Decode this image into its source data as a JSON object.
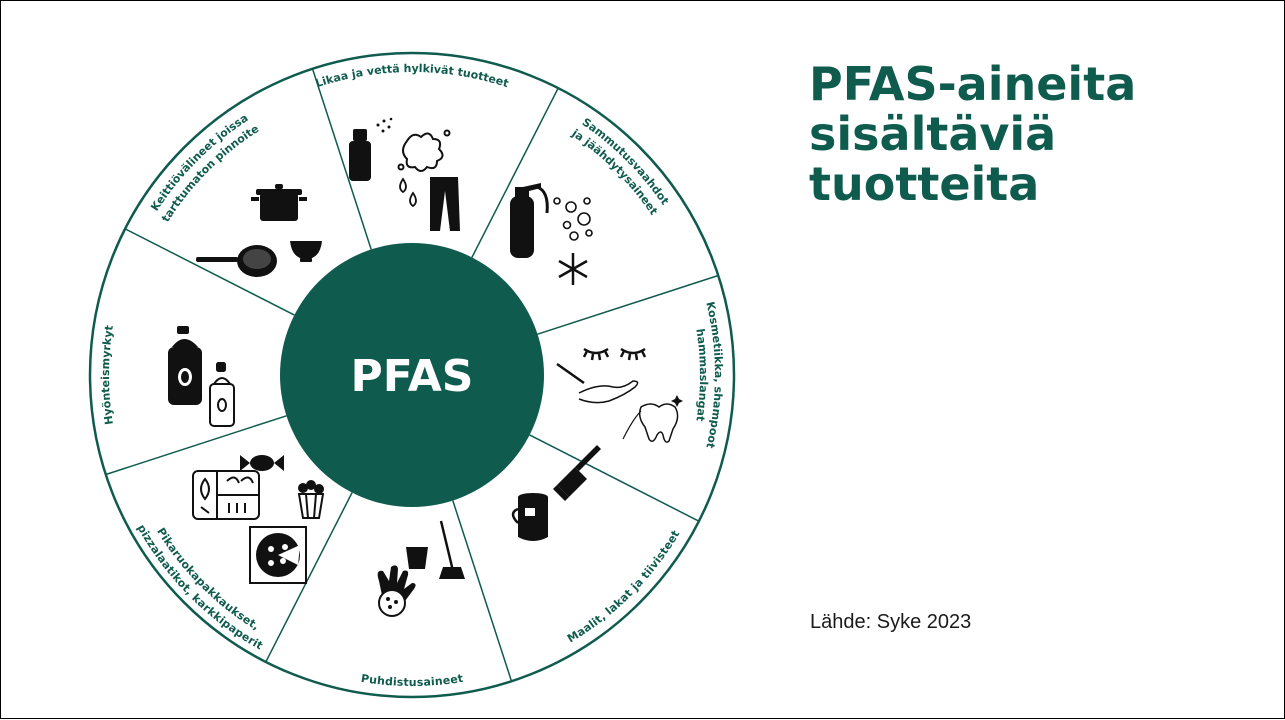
{
  "slide_title_lines": [
    "PFAS-aineita",
    "sisältäviä",
    "tuotteita"
  ],
  "source": "Lähde: Syke 2023",
  "wheel": {
    "center_label": "PFAS",
    "segments": [
      {
        "lines": [
          "Likaa ja vettä hylkivät tuotteet"
        ],
        "icons": [
          "spray-can-icon",
          "stain-icon",
          "water-drops-icon",
          "trousers-icon"
        ]
      },
      {
        "lines": [
          "Sammutusvaahdot",
          "ja jäähdytysaineet"
        ],
        "icons": [
          "fire-extinguisher-icon",
          "bubbles-icon",
          "snowflake-icon"
        ]
      },
      {
        "lines": [
          "Kosmetiikka, shampoot",
          "hammaslangat"
        ],
        "icons": [
          "eyelashes-icon",
          "hand-brush-icon",
          "tooth-icon"
        ]
      },
      {
        "lines": [
          "Maalit, lakat ja tiivisteet"
        ],
        "icons": [
          "paint-bucket-icon",
          "paint-brush-icon"
        ]
      },
      {
        "lines": [
          "Puhdistusaineet"
        ],
        "icons": [
          "bucket-mop-icon",
          "glove-sponge-icon"
        ]
      },
      {
        "lines": [
          "Pikaruokapakkaukset,",
          "pizzalaatikot, karkkipaperit"
        ],
        "icons": [
          "food-tray-icon",
          "candy-icon",
          "popcorn-icon",
          "pizza-box-icon"
        ]
      },
      {
        "lines": [
          "Hyönteismyrkyt"
        ],
        "icons": [
          "insecticide-can-icon",
          "small-spray-can-icon"
        ]
      },
      {
        "lines": [
          "Keittiövälineet joissa",
          "tarttumaton pinnoite"
        ],
        "icons": [
          "pot-icon",
          "frying-pan-icon",
          "bowl-icon"
        ]
      }
    ]
  },
  "colors": {
    "brand_green": "#0f5b4e",
    "icon_black": "#111111"
  }
}
